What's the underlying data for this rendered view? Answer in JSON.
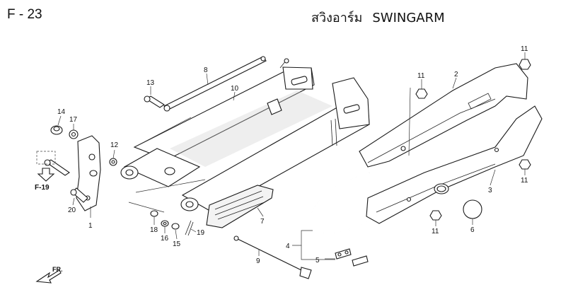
{
  "header": {
    "page_code": "F - 23",
    "title_thai": "สวิงอาร์ม",
    "title_en": "SWINGARM"
  },
  "reference": {
    "label": "F-19",
    "front_label": "FR."
  },
  "callouts": [
    {
      "id": "c1",
      "text": "1"
    },
    {
      "id": "c2",
      "text": "2"
    },
    {
      "id": "c3",
      "text": "3"
    },
    {
      "id": "c4",
      "text": "4"
    },
    {
      "id": "c5",
      "text": "5"
    },
    {
      "id": "c6",
      "text": "6"
    },
    {
      "id": "c7",
      "text": "7"
    },
    {
      "id": "c8",
      "text": "8"
    },
    {
      "id": "c9",
      "text": "9"
    },
    {
      "id": "c10",
      "text": "10"
    },
    {
      "id": "c11a",
      "text": "11"
    },
    {
      "id": "c11b",
      "text": "11"
    },
    {
      "id": "c11c",
      "text": "11"
    },
    {
      "id": "c11d",
      "text": "11"
    },
    {
      "id": "c12",
      "text": "12"
    },
    {
      "id": "c13",
      "text": "13"
    },
    {
      "id": "c14",
      "text": "14"
    },
    {
      "id": "c15",
      "text": "15"
    },
    {
      "id": "c16",
      "text": "16"
    },
    {
      "id": "c17",
      "text": "17"
    },
    {
      "id": "c18",
      "text": "18"
    },
    {
      "id": "c19",
      "text": "19"
    },
    {
      "id": "c20",
      "text": "20"
    }
  ]
}
